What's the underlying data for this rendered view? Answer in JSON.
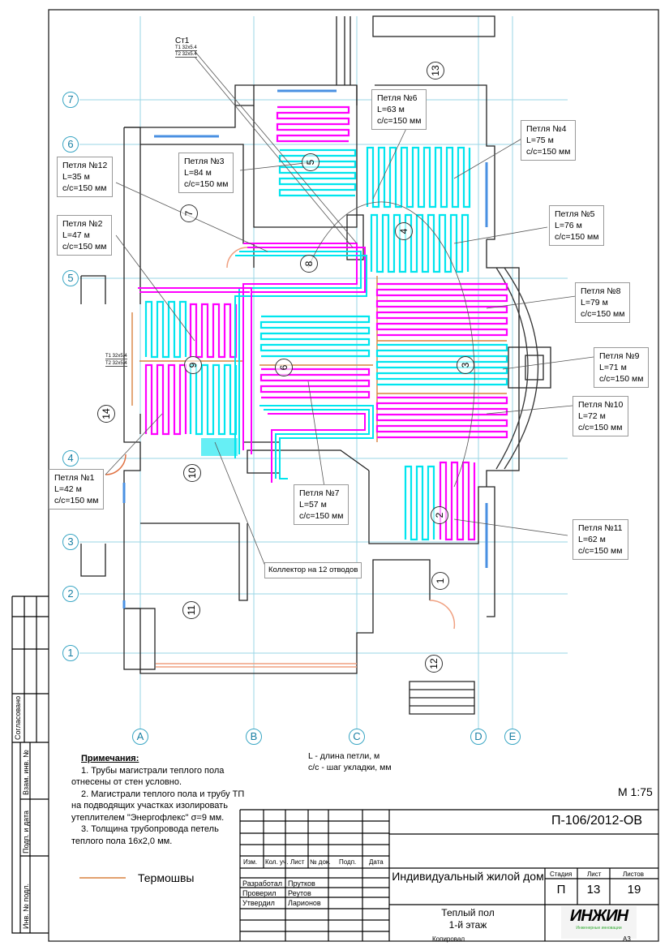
{
  "stoyak": {
    "name": "Ст1",
    "t1": "Т1 32x5.4",
    "t2": "Т2 32x5.4"
  },
  "riser2": {
    "t1": "Т1 32x5.4",
    "t2": "Т2 32x5.4"
  },
  "axes_rows": [
    "7",
    "6",
    "5",
    "4",
    "3",
    "2",
    "1"
  ],
  "axes_cols": [
    "A",
    "B",
    "C",
    "D",
    "E"
  ],
  "rooms": [
    "13",
    "7",
    "5",
    "8",
    "4",
    "6",
    "9",
    "3",
    "14",
    "10",
    "2",
    "1",
    "11",
    "12"
  ],
  "loops": [
    {
      "name": "Петля №12",
      "length": "L=35 м",
      "spacing": "c/c=150 мм"
    },
    {
      "name": "Петля №2",
      "length": "L=47 м",
      "spacing": "c/c=150 мм"
    },
    {
      "name": "Петля №3",
      "length": "L=84 м",
      "spacing": "c/c=150 мм"
    },
    {
      "name": "Петля №6",
      "length": "L=63 м",
      "spacing": "c/c=150 мм"
    },
    {
      "name": "Петля №4",
      "length": "L=75 м",
      "spacing": "c/c=150 мм"
    },
    {
      "name": "Петля №5",
      "length": "L=76 м",
      "spacing": "c/c=150 мм"
    },
    {
      "name": "Петля №8",
      "length": "L=79 м",
      "spacing": "c/c=150 мм"
    },
    {
      "name": "Петля №9",
      "length": "L=71 м",
      "spacing": "c/c=150 мм"
    },
    {
      "name": "Петля №10",
      "length": "L=72 м",
      "spacing": "c/c=150 мм"
    },
    {
      "name": "Петля №1",
      "length": "L=42 м",
      "spacing": "c/c=150 мм"
    },
    {
      "name": "Петля №7",
      "length": "L=57 м",
      "spacing": "c/c=150 мм"
    },
    {
      "name": "Петля №11",
      "length": "L=62 м",
      "spacing": "c/c=150 мм"
    }
  ],
  "collector_label": "Коллектор на 12 отводов",
  "legend_defs": {
    "l": "L - длина петли, м",
    "cc": "c/c - шаг укладки, мм"
  },
  "scale": "М 1:75",
  "notes": {
    "title": "Примечания:",
    "n1a": "1. Трубы магистрали теплого пола",
    "n1b": "отнесены от стен условно.",
    "n2a": "2. Магистрали теплого пола и трубу ТП",
    "n2b": "на подводящих участках изолировать",
    "n2c": "утеплителем \"Энергофлекс\" σ=9 мм.",
    "n3a": "3. Толщина трубопровода петель",
    "n3b": "теплого пола 16x2,0 мм."
  },
  "legend": {
    "termoshvy": "Термошвы",
    "color": "#d9823f"
  },
  "side_stamp": {
    "agreed": "Согласовано",
    "vzam": "Взам. инв. №",
    "podp": "Подп. и дата",
    "inv": "Инв. № подл."
  },
  "title_block": {
    "code": "П-106/2012-ОВ",
    "headers": [
      "Изм.",
      "Кол. уч.",
      "Лист",
      "№ док.",
      "Подп.",
      "Дата"
    ],
    "roles": [
      {
        "role": "Разработал",
        "name": "Прутков"
      },
      {
        "role": "Проверил",
        "name": "Реутов"
      },
      {
        "role": "Утвердил",
        "name": "Ларионов"
      }
    ],
    "project": "Индивидуальный жилой дом",
    "sheet_title_1": "Теплый пол",
    "sheet_title_2": "1-й этаж",
    "stage_label": "Стадия",
    "sheet_label": "Лист",
    "sheets_label": "Листов",
    "stage": "П",
    "sheet": "13",
    "sheets": "19",
    "logo": "ИНЖИН",
    "logo_sub": "Инженерные инновации",
    "copied": "Копировал",
    "format": "А3"
  },
  "colors": {
    "supply": "#ff00ff",
    "return": "#00e5ee",
    "axis": "#7fcde0",
    "wall": "#222222",
    "window": "#4a90e2"
  }
}
